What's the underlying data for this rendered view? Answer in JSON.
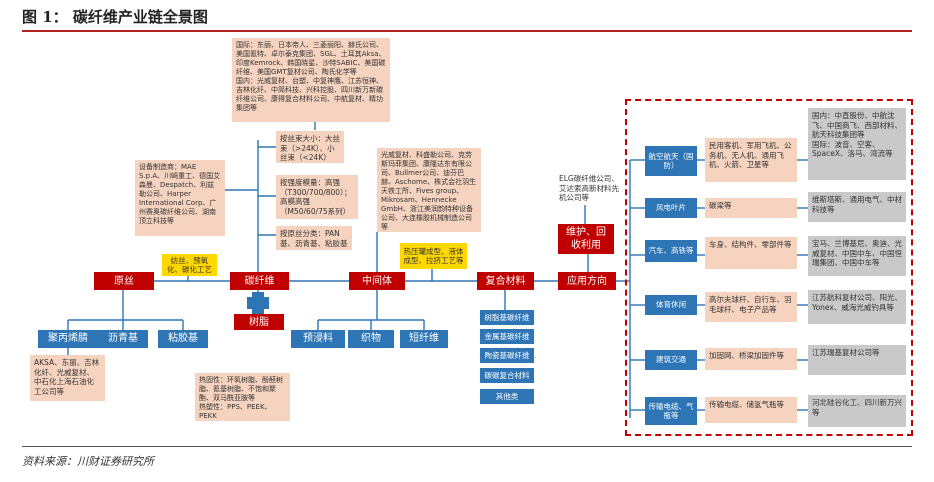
{
  "title": "图 1： 碳纤维产业链全景图",
  "source": "资料来源：川财证券研究所",
  "top_box": "国际：东丽、日本帝人、三菱丽阳、赫氏公司、美国氰特、卓尔泰克集团、SGL、土耳其Aksa、印度Kemrock、韩国晓星、沙特SABIC、美国碳纤维、美国GMT复材公司、陶氏化学等\n国内：光威复材、台塑、中复神鹰、江苏恒神、吉林化纤、中简科技、兴科控股、四川新万新碳纤维公司、康得复合材料公司、中航复材、精功集团等",
  "equipment_box": "设备制造商：MAE S.p.A、川崎重工、德国艾森曼、Despatch、利兹勒公司、Harper International Corp、广州赛奥碳纤维公司、湖南顶立科技等",
  "spec_tow": "按丝束大小：大丝束（>24K）、小丝束（<24K）",
  "spec_strength": "按强度模量：高强（T300/700/800）；高模高强（M50/60/75系列）",
  "spec_precursor": "按原丝分类：PAN基、沥青基、粘胶基",
  "process_box": "光威复材、科盛勒公司、克劳斯玛菲集团、康隆达东有限公司、Bullmer公司、迪芬巴赫、Aschome、株式会社羽生天铁工所、Fives group、Mikrosam、Hennecke GmbH、浙江美润韵特种设备公司、大连橡胶机械制造公司等",
  "elg_box": "ELG碳纤维公司、艾达索高新材料先机公司等",
  "yellow_spin": "纺丝、预氧化、碳化工艺",
  "yellow_molding": "热压罐成型、液体成型、拉挤工艺等",
  "main_chain": {
    "raw": "原丝",
    "cf": "碳纤维",
    "resin": "树脂",
    "mid": "中间体",
    "composite": "复合材料",
    "app": "应用方向",
    "maint": "维护、回收利用"
  },
  "precursors": [
    "聚丙烯腈",
    "沥青基",
    "粘胶基"
  ],
  "precursor_companies": "AKSA、东丽、吉林化纤、光威复材、中石化上海石油化工公司等",
  "resin_box": "热固性：环氧树脂、酚醛树脂、氰基树脂、不饱和聚酯、双马酰亚胺等\n热塑性：PPS、PEEK、PEKK",
  "intermediates": [
    "预浸料",
    "织物",
    "短纤维"
  ],
  "composites": [
    "树脂基碳纤维",
    "金属基碳纤维",
    "陶瓷基碳纤维",
    "碳碳复合材料",
    "其他类"
  ],
  "applications": [
    {
      "name": "航空航天（国防）",
      "products": "民用客机、军用飞机、公务机、无人机、通用飞机、火箭、卫星等",
      "companies": "国内：中直股份、中航沈飞、中国商飞、西部材料、航天科技集团等\n国际：波音、空客、SpaceX、洛马、湾流等"
    },
    {
      "name": "风电叶片",
      "products": "碳梁等",
      "companies": "维斯塔斯、通用电气、中材科技等"
    },
    {
      "name": "汽车、高铁等",
      "products": "车身、结构件、零部件等",
      "companies": "宝马、兰博基尼、奥迪、光威复材、中国中车、中国恒瑞集团、中国中车等"
    },
    {
      "name": "体育休闲",
      "products": "高尔夫球杆、自行车、羽毛球杆、电子产品等",
      "companies": "江苏航科复材公司、阳光、Yonex、威海光威钓具等"
    },
    {
      "name": "建筑交通",
      "products": "加固网、桥梁加固件等",
      "companies": "江苏瑞基复材公司等"
    },
    {
      "name": "传输电缆、气瓶等",
      "products": "传输电缆、储氢气瓶等",
      "companies": "河北硅谷化工、四川新万兴等"
    }
  ]
}
